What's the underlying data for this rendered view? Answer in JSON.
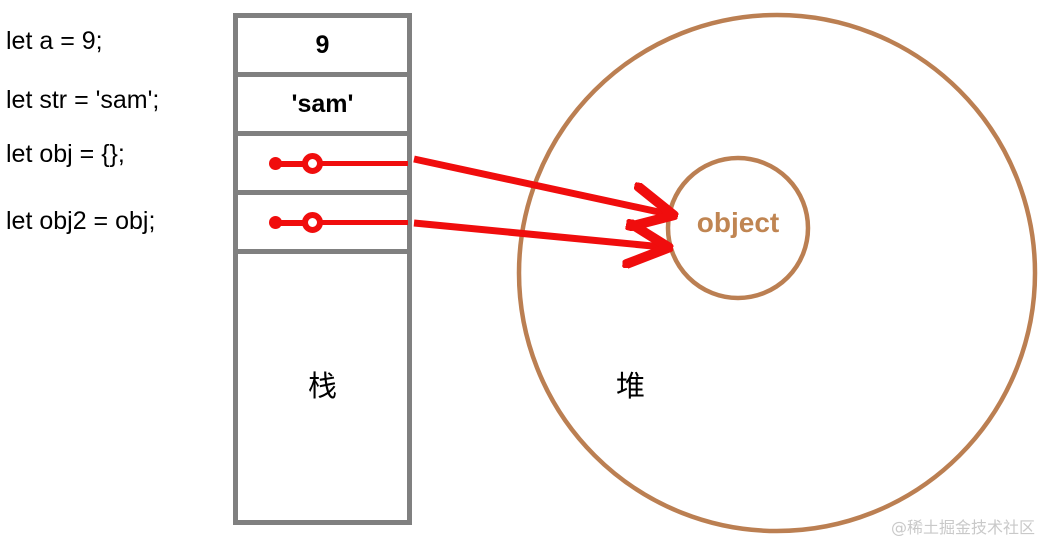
{
  "diagram": {
    "title": "JavaScript stack and heap memory reference diagram",
    "colors": {
      "stack_border": "#808080",
      "pointer_red": "#f00d0d",
      "heap_brown": "#bb7f52",
      "object_text": "#c08552",
      "watermark": "#c9c9c9",
      "background": "#ffffff"
    }
  },
  "code": {
    "lines": [
      {
        "text": "let a = 9;"
      },
      {
        "text": "let str = 'sam';"
      },
      {
        "text": "let obj = {};"
      },
      {
        "text": "let obj2 = obj;"
      }
    ]
  },
  "stack": {
    "label": "栈",
    "rows": [
      {
        "kind": "value",
        "value": "9"
      },
      {
        "kind": "value",
        "value": "'sam'"
      },
      {
        "kind": "pointer",
        "value": "",
        "points_to": "object"
      },
      {
        "kind": "pointer",
        "value": "",
        "points_to": "object"
      },
      {
        "kind": "empty",
        "value": ""
      }
    ]
  },
  "heap": {
    "label": "堆",
    "object_label": "object",
    "arrows": [
      {
        "from": "stack-row-3-pointer",
        "to": "heap-object"
      },
      {
        "from": "stack-row-4-pointer",
        "to": "heap-object"
      }
    ]
  },
  "watermark": {
    "text": "@稀土掘金技术社区"
  }
}
